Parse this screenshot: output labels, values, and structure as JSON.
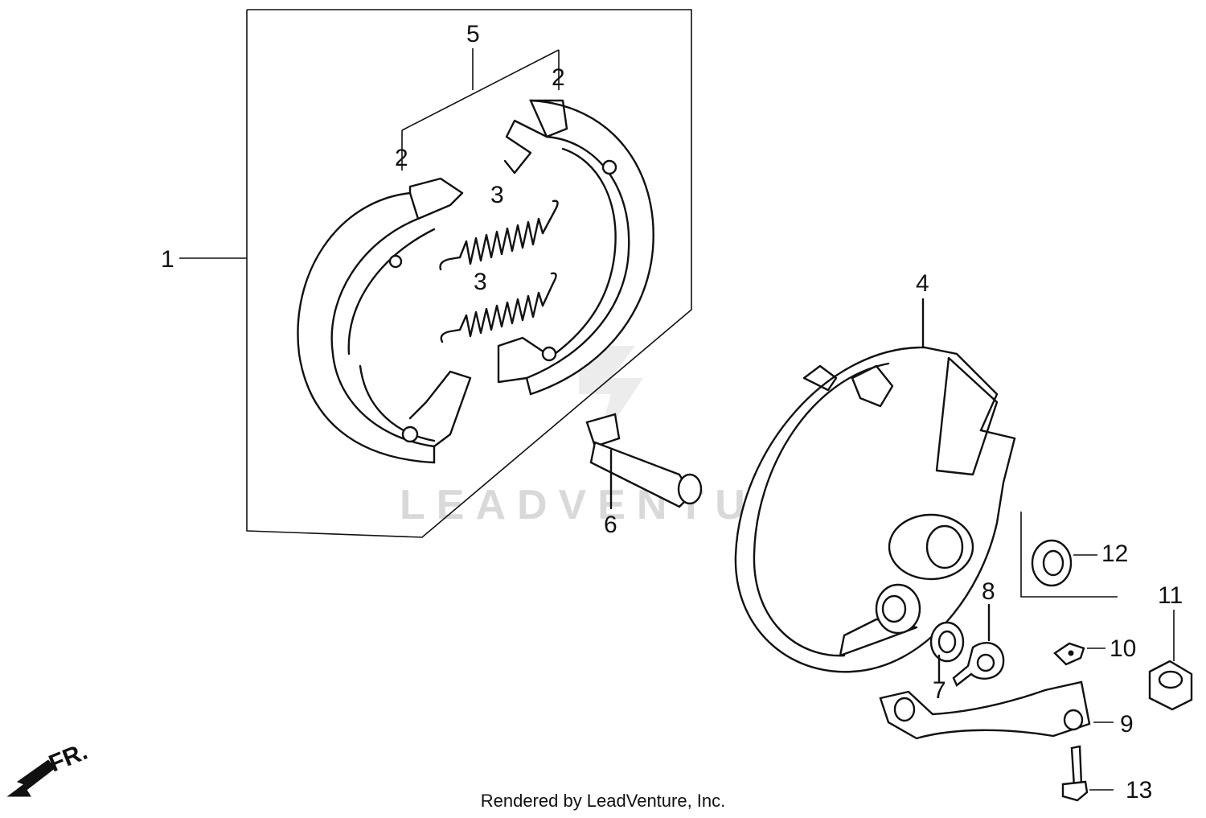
{
  "callouts": {
    "c1": "1",
    "c2a": "2",
    "c2b": "2",
    "c3a": "3",
    "c3b": "3",
    "c4": "4",
    "c5": "5",
    "c6": "6",
    "c7": "7",
    "c8": "8",
    "c9": "9",
    "c10": "10",
    "c11": "11",
    "c12": "12",
    "c13": "13"
  },
  "direction_label": "FR.",
  "watermark": "LEADVENTURE",
  "credit": "Rendered by LeadVenture, Inc."
}
